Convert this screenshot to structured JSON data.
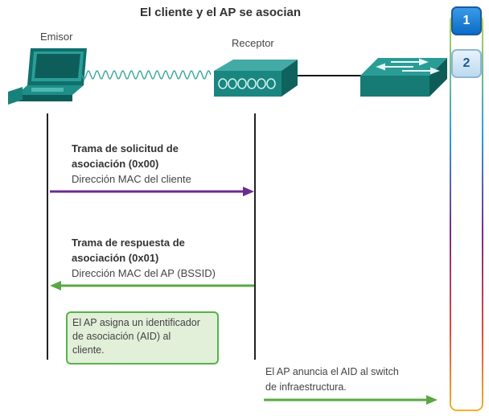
{
  "title": "El cliente y el AP se asocian",
  "sender_label": "Emisor",
  "receiver_label": "Receptor",
  "step1": {
    "title": "Trama de solicitud de\nasociación (0x00)",
    "subtitle": "Dirección MAC del cliente",
    "color": "#6a2c91"
  },
  "step2": {
    "title": "Trama de respuesta de\nasociación (0x01)",
    "subtitle": "Dirección MAC del AP (BSSID)",
    "color": "#5aa845"
  },
  "note_box": "El AP asigna un identificador\nde asociación (AID) al\ncliente.",
  "note_plain": "El AP anuncia el AID al switch\nde infraestructura.",
  "nav": {
    "page1": "1",
    "page2": "2",
    "current": "1"
  },
  "icons": {
    "sender": "laptop-icon",
    "receiver": "access-point-icon",
    "switch": "switch-icon",
    "wireless": "wireless-wave-icon"
  },
  "colors": {
    "device_teal": "#1a7f7b",
    "purple_arrow": "#6a2c91",
    "green_arrow": "#5aa845"
  }
}
